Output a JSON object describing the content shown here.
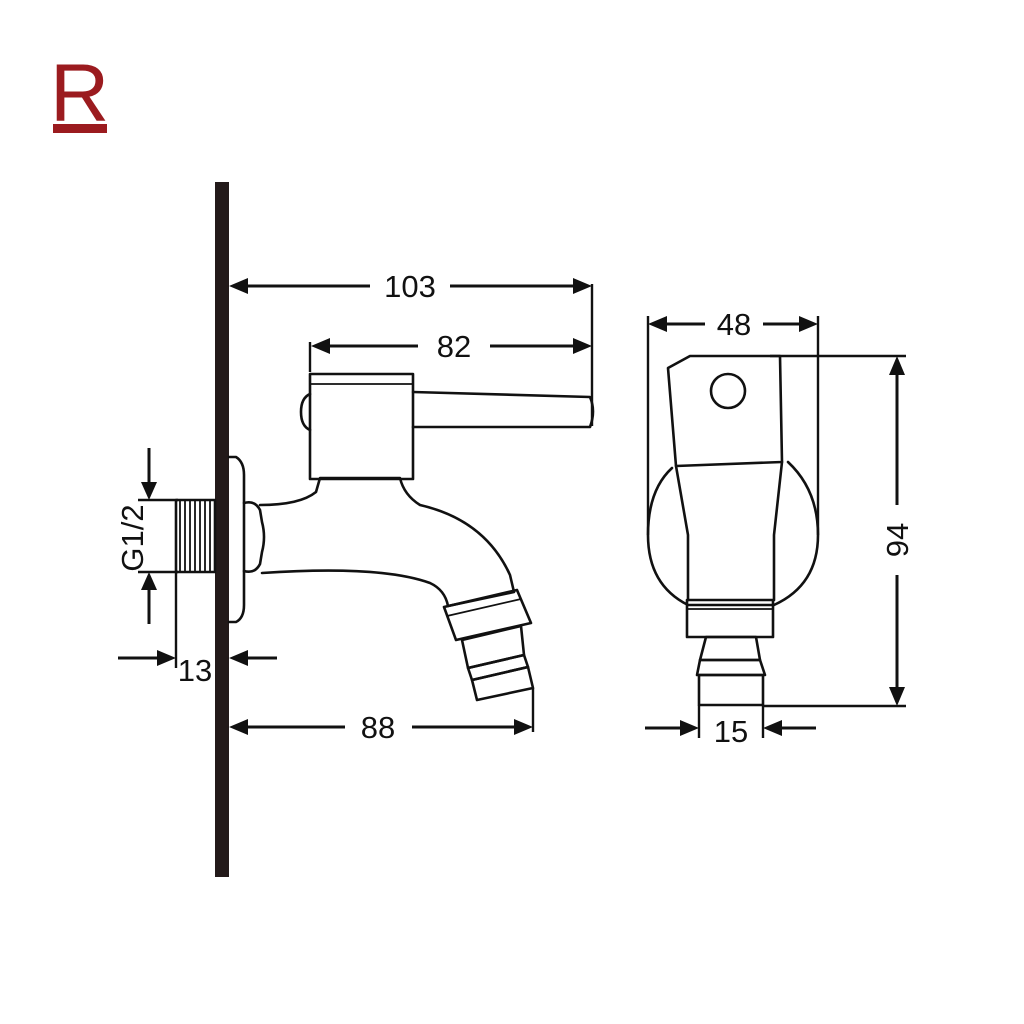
{
  "logo": {
    "letter": "R",
    "color": "#9b1b1f"
  },
  "colors": {
    "line": "#111111",
    "wall": "#231a1a"
  },
  "dimensions": {
    "total_projection": "103",
    "handle_length": "82",
    "thread": "G1/2",
    "thread_length": "13",
    "spout_projection": "88",
    "body_width": "48",
    "height": "94",
    "outlet_width": "15"
  }
}
